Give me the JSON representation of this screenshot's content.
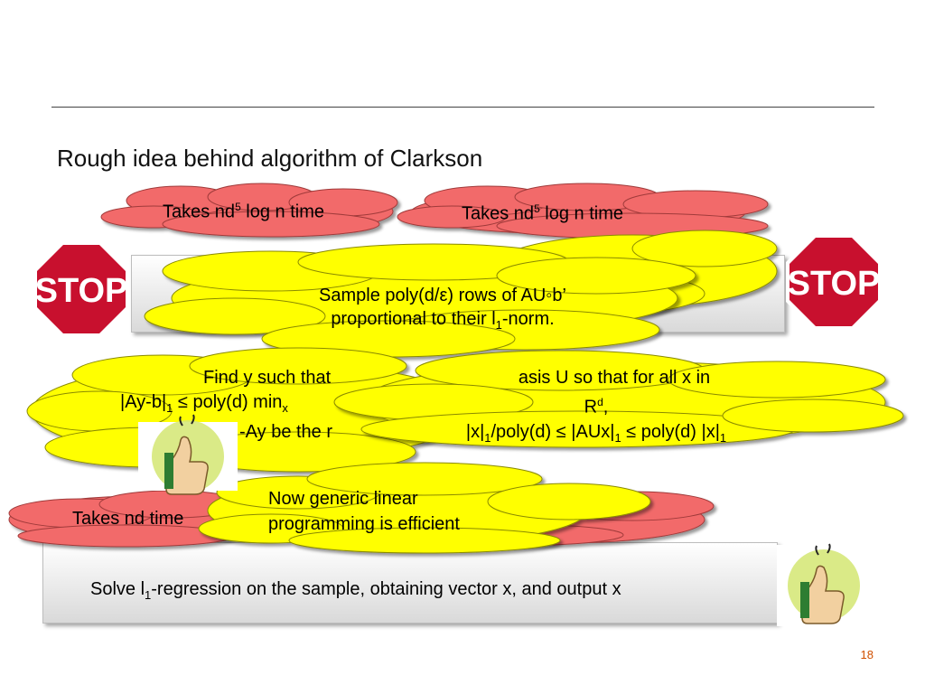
{
  "slide": {
    "title": "Rough idea behind algorithm of Clarkson",
    "page_number": "18"
  },
  "steps": {
    "bottom": {
      "text_pre": "Solve l",
      "sub": "1",
      "text_post": "-regression on the sample, obtaining vector x, and output x"
    }
  },
  "clouds": {
    "time_left_top": {
      "pre": "Takes nd",
      "sup": "5",
      "post": " log n time"
    },
    "time_right_top": {
      "pre": "Takes nd",
      "sup": "5",
      "post": " log n time"
    },
    "time_bottom": {
      "text": "Takes nd time"
    },
    "sample": {
      "line1_pre": "Sample poly(d/",
      "line1_eps": "ε",
      "line1_post": ") rows of AU◦b’",
      "line2_pre": "proportional to their l",
      "line2_sub": "1",
      "line2_post": "-norm."
    },
    "find_y": {
      "line1": "Find y such that",
      "line2_pre": "|Ay-b|",
      "line2_sub": "1",
      "line2_le": " ≤ ",
      "line2_post": "poly(d) min",
      "line2_sub2": "x",
      "line3": "-Ay be the r"
    },
    "basis": {
      "line1": "asis U so that for all x in",
      "line2_pre": "R",
      "line2_sup": "d",
      "line2_post": ",",
      "line3_a": "|x|",
      "line3_s1": "1",
      "line3_b": "/poly(d) ",
      "line3_le": "≤",
      "line3_c": " |AUx|",
      "line3_s2": "1",
      "line3_d": " ",
      "line3_le2": "≤",
      "line3_e": " poly(d) |x|",
      "line3_s3": "1"
    },
    "generic": {
      "line1": "Now generic linear",
      "line2": "programming is efficient"
    }
  },
  "icons": {
    "stop_label": "STOP"
  },
  "colors": {
    "pink": "#f26a6a",
    "yellow": "#ffff00",
    "stop": "#c8102e"
  }
}
